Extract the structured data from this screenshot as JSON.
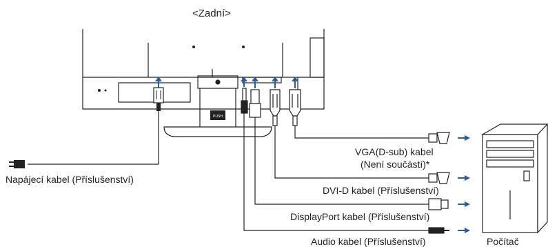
{
  "header": {
    "title": "<Zadní>"
  },
  "labels": {
    "vga_line1": "VGA(D-sub) kabel",
    "vga_line2": "(Není součástí)*",
    "dvi": "DVI-D kabel (Příslušenství)",
    "displayport": "DisplayPort kabel (Příslušenství)",
    "audio": "Audio kabel (Příslušenství)",
    "power": "Napájecí kabel (Příslušenství)",
    "computer": "Počítač"
  },
  "stand_button_text": "PUSH",
  "colors": {
    "arrow": "#1f5fa8",
    "line": "#222222"
  }
}
